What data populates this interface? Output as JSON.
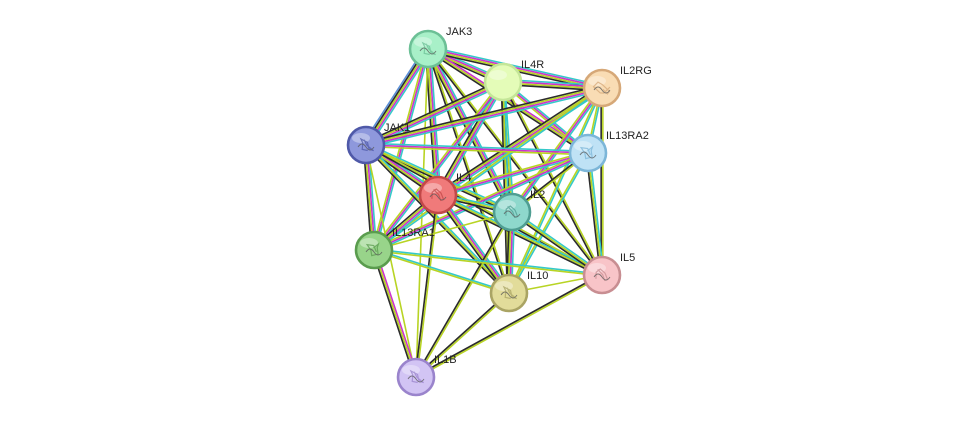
{
  "network": {
    "nodes": [
      {
        "id": "JAK3",
        "label": "JAK3",
        "color": "#a8f0c8",
        "ring": "#6cc096"
      },
      {
        "id": "IL4R",
        "label": "IL4R",
        "color": "#e4fcb8",
        "ring": "#c4e698"
      },
      {
        "id": "IL2RG",
        "label": "IL2RG",
        "color": "#f9dcb4",
        "ring": "#d6a878"
      },
      {
        "id": "JAK1",
        "label": "JAK1",
        "color": "#8e98dc",
        "ring": "#4f59a8"
      },
      {
        "id": "IL13RA2",
        "label": "IL13RA2",
        "color": "#bfe2f5",
        "ring": "#7cb6d8"
      },
      {
        "id": "IL4",
        "label": "IL4",
        "color": "#f07a7a",
        "ring": "#c24848"
      },
      {
        "id": "IL2",
        "label": "IL2",
        "color": "#8ed8cc",
        "ring": "#4f9e92"
      },
      {
        "id": "IL13RA1",
        "label": "IL13RA1",
        "color": "#98d48a",
        "ring": "#5a9c4e"
      },
      {
        "id": "IL5",
        "label": "IL5",
        "color": "#f8c4c8",
        "ring": "#c88e92"
      },
      {
        "id": "IL10",
        "label": "IL10",
        "color": "#e2dc9a",
        "ring": "#aaa464"
      },
      {
        "id": "IL1B",
        "label": "IL1B",
        "color": "#d2c4f4",
        "ring": "#9a84cc"
      }
    ],
    "edge_colors": {
      "database": "#35c9c9",
      "experiment": "#cc33cc",
      "textmining": "#b8d424",
      "coexpression": "#2b2b2b",
      "homology": "#5b8fd6"
    },
    "edges": [
      {
        "a": "JAK3",
        "b": "IL4R",
        "types": [
          "database",
          "experiment",
          "textmining",
          "coexpression"
        ]
      },
      {
        "a": "JAK3",
        "b": "IL2RG",
        "types": [
          "database",
          "experiment",
          "textmining",
          "coexpression"
        ]
      },
      {
        "a": "JAK3",
        "b": "JAK1",
        "types": [
          "database",
          "experiment",
          "textmining",
          "coexpression",
          "homology"
        ]
      },
      {
        "a": "JAK3",
        "b": "IL13RA2",
        "types": [
          "experiment",
          "textmining",
          "coexpression"
        ]
      },
      {
        "a": "JAK3",
        "b": "IL4",
        "types": [
          "database",
          "experiment",
          "textmining",
          "coexpression"
        ]
      },
      {
        "a": "JAK3",
        "b": "IL2",
        "types": [
          "database",
          "experiment",
          "textmining",
          "coexpression"
        ]
      },
      {
        "a": "JAK3",
        "b": "IL13RA1",
        "types": [
          "database",
          "experiment",
          "textmining"
        ]
      },
      {
        "a": "JAK3",
        "b": "IL5",
        "types": [
          "textmining",
          "coexpression"
        ]
      },
      {
        "a": "JAK3",
        "b": "IL10",
        "types": [
          "textmining",
          "coexpression"
        ]
      },
      {
        "a": "JAK3",
        "b": "IL1B",
        "types": [
          "textmining"
        ]
      },
      {
        "a": "IL4R",
        "b": "IL2RG",
        "types": [
          "database",
          "experiment",
          "textmining",
          "coexpression"
        ]
      },
      {
        "a": "IL4R",
        "b": "JAK1",
        "types": [
          "database",
          "experiment",
          "textmining",
          "coexpression"
        ]
      },
      {
        "a": "IL4R",
        "b": "IL13RA2",
        "types": [
          "database",
          "experiment",
          "textmining"
        ]
      },
      {
        "a": "IL4R",
        "b": "IL4",
        "types": [
          "database",
          "experiment",
          "textmining",
          "coexpression"
        ]
      },
      {
        "a": "IL4R",
        "b": "IL2",
        "types": [
          "database",
          "textmining",
          "coexpression"
        ]
      },
      {
        "a": "IL4R",
        "b": "IL13RA1",
        "types": [
          "database",
          "experiment",
          "textmining"
        ]
      },
      {
        "a": "IL4R",
        "b": "IL5",
        "types": [
          "textmining",
          "coexpression"
        ]
      },
      {
        "a": "IL4R",
        "b": "IL10",
        "types": [
          "database",
          "textmining",
          "coexpression"
        ]
      },
      {
        "a": "IL2RG",
        "b": "JAK1",
        "types": [
          "database",
          "experiment",
          "textmining",
          "coexpression"
        ]
      },
      {
        "a": "IL2RG",
        "b": "IL13RA2",
        "types": [
          "database",
          "textmining"
        ]
      },
      {
        "a": "IL2RG",
        "b": "IL4",
        "types": [
          "database",
          "experiment",
          "textmining",
          "coexpression"
        ]
      },
      {
        "a": "IL2RG",
        "b": "IL2",
        "types": [
          "database",
          "experiment",
          "textmining"
        ]
      },
      {
        "a": "IL2RG",
        "b": "IL13RA1",
        "types": [
          "database",
          "textmining"
        ]
      },
      {
        "a": "IL2RG",
        "b": "IL5",
        "types": [
          "textmining",
          "coexpression"
        ]
      },
      {
        "a": "IL2RG",
        "b": "IL10",
        "types": [
          "database",
          "textmining"
        ]
      },
      {
        "a": "JAK1",
        "b": "IL13RA2",
        "types": [
          "database",
          "experiment",
          "textmining"
        ]
      },
      {
        "a": "JAK1",
        "b": "IL4",
        "types": [
          "database",
          "experiment",
          "textmining",
          "coexpression"
        ]
      },
      {
        "a": "JAK1",
        "b": "IL2",
        "types": [
          "database",
          "textmining",
          "coexpression"
        ]
      },
      {
        "a": "JAK1",
        "b": "IL13RA1",
        "types": [
          "database",
          "experiment",
          "textmining",
          "coexpression"
        ]
      },
      {
        "a": "JAK1",
        "b": "IL5",
        "types": [
          "textmining",
          "coexpression"
        ]
      },
      {
        "a": "JAK1",
        "b": "IL10",
        "types": [
          "database",
          "textmining",
          "coexpression"
        ]
      },
      {
        "a": "JAK1",
        "b": "IL1B",
        "types": [
          "textmining"
        ]
      },
      {
        "a": "IL13RA2",
        "b": "IL4",
        "types": [
          "database",
          "experiment",
          "textmining"
        ]
      },
      {
        "a": "IL13RA2",
        "b": "IL2",
        "types": [
          "textmining",
          "coexpression"
        ]
      },
      {
        "a": "IL13RA2",
        "b": "IL13RA1",
        "types": [
          "database",
          "experiment",
          "textmining"
        ]
      },
      {
        "a": "IL13RA2",
        "b": "IL5",
        "types": [
          "database",
          "textmining",
          "coexpression"
        ]
      },
      {
        "a": "IL13RA2",
        "b": "IL10",
        "types": [
          "database",
          "textmining"
        ]
      },
      {
        "a": "IL4",
        "b": "IL2",
        "types": [
          "database",
          "textmining",
          "coexpression"
        ]
      },
      {
        "a": "IL4",
        "b": "IL13RA1",
        "types": [
          "database",
          "experiment",
          "textmining",
          "coexpression"
        ]
      },
      {
        "a": "IL4",
        "b": "IL5",
        "types": [
          "database",
          "textmining",
          "coexpression"
        ]
      },
      {
        "a": "IL4",
        "b": "IL10",
        "types": [
          "database",
          "experiment",
          "textmining",
          "coexpression"
        ]
      },
      {
        "a": "IL4",
        "b": "IL1B",
        "types": [
          "textmining",
          "coexpression"
        ]
      },
      {
        "a": "IL2",
        "b": "IL13RA1",
        "types": [
          "textmining"
        ]
      },
      {
        "a": "IL2",
        "b": "IL5",
        "types": [
          "database",
          "textmining",
          "coexpression"
        ]
      },
      {
        "a": "IL2",
        "b": "IL10",
        "types": [
          "database",
          "experiment",
          "textmining",
          "coexpression"
        ]
      },
      {
        "a": "IL2",
        "b": "IL1B",
        "types": [
          "textmining",
          "coexpression"
        ]
      },
      {
        "a": "IL13RA1",
        "b": "IL5",
        "types": [
          "database",
          "textmining"
        ]
      },
      {
        "a": "IL13RA1",
        "b": "IL10",
        "types": [
          "database",
          "textmining"
        ]
      },
      {
        "a": "IL13RA1",
        "b": "IL1B",
        "types": [
          "experiment",
          "textmining",
          "coexpression"
        ]
      },
      {
        "a": "IL5",
        "b": "IL10",
        "types": [
          "textmining"
        ]
      },
      {
        "a": "IL5",
        "b": "IL1B",
        "types": [
          "textmining",
          "coexpression"
        ]
      },
      {
        "a": "IL10",
        "b": "IL1B",
        "types": [
          "textmining",
          "coexpression"
        ]
      }
    ]
  }
}
